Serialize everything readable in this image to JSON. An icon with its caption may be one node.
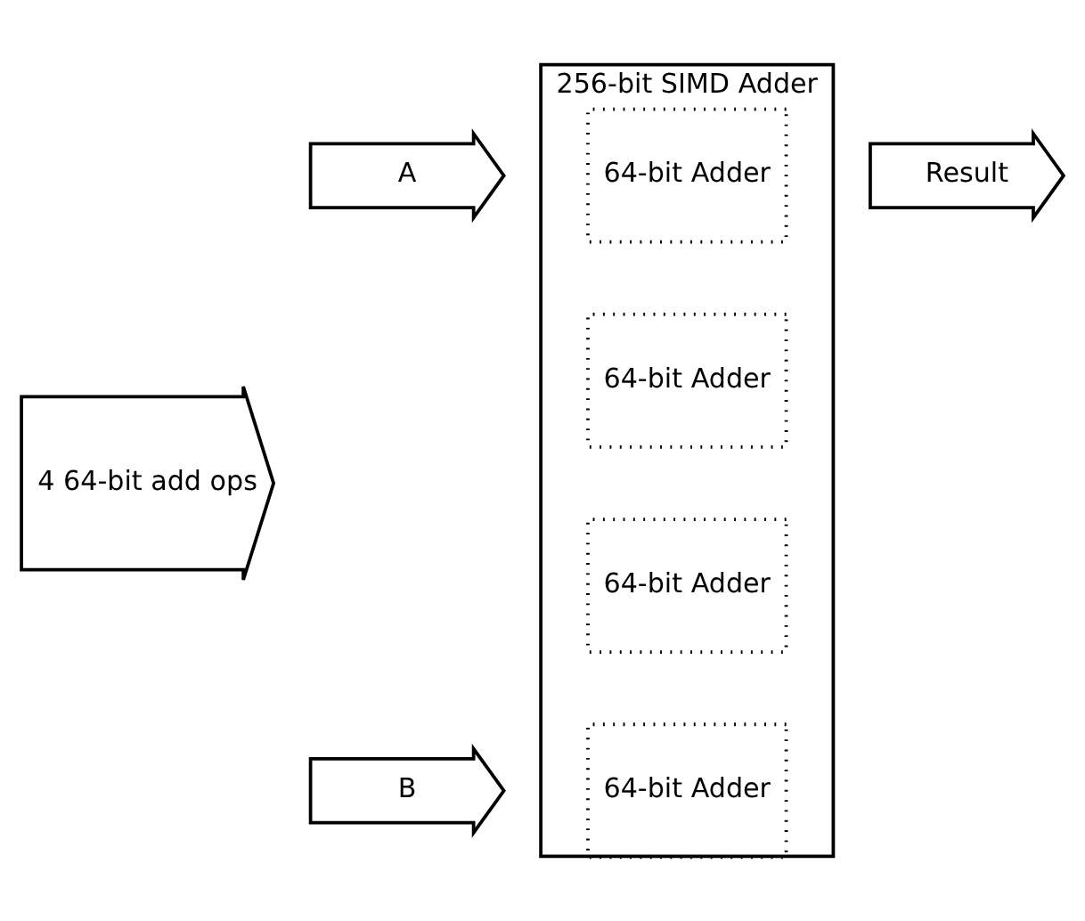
{
  "diagram": {
    "nodes": [
      {
        "text": [
          "4 64-bit add ops"
        ]
      },
      {
        "text": [
          "A"
        ]
      },
      {
        "text": [
          "B"
        ]
      },
      {
        "text": [
          "256-bit SIMD Adder"
        ]
      },
      {
        "text": [
          "64-bit Adder"
        ],
        "in": 3
      },
      {
        "text": [
          "64-bit Adder"
        ],
        "in": 3
      },
      {
        "text": [
          "64-bit Adder"
        ],
        "in": 3
      },
      {
        "text": [
          "64-bit Adder"
        ],
        "in": 3
      },
      {
        "text": [
          "Result"
        ]
      }
    ]
  }
}
